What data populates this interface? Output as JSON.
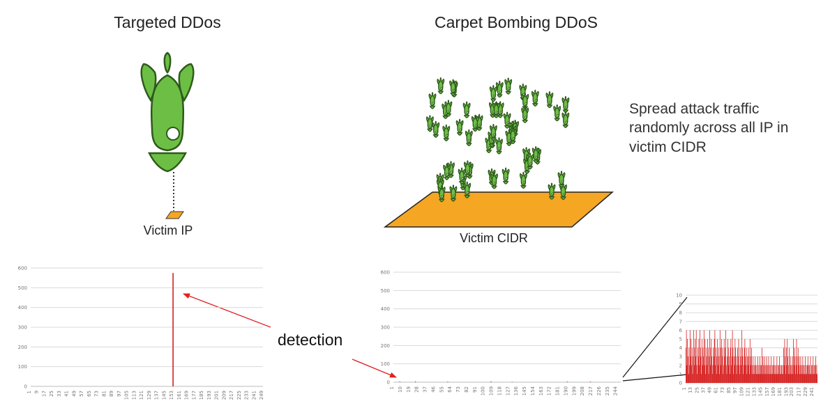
{
  "left_title": "Targeted DDos",
  "right_title": "Carpet Bombing DDoS",
  "victim_ip_label": "Victim IP",
  "victim_cidr_label": "Victim CIDR",
  "description_lines": [
    "Spread attack traffic",
    "randomly across all IP in",
    "victim CIDR"
  ],
  "detection_label": "detection",
  "colors": {
    "missile": "#6cbf44",
    "missile_stroke": "#2f5a1c",
    "platform": "#f5a623",
    "bar": "#d62020",
    "arrow": "#e02020"
  },
  "icons": [
    "missile-icon",
    "missile-swarm-icon"
  ],
  "chart_data": [
    {
      "type": "bar",
      "ylim": [
        0,
        600
      ],
      "yticks": [
        0,
        100,
        200,
        300,
        400,
        500,
        600
      ],
      "xticks": [
        1,
        9,
        17,
        25,
        33,
        41,
        49,
        57,
        65,
        73,
        81,
        89,
        97,
        105,
        113,
        121,
        129,
        137,
        145,
        153,
        161,
        169,
        177,
        185,
        193,
        201,
        209,
        217,
        225,
        233,
        241,
        249
      ],
      "bars": [
        {
          "x": 153,
          "value": 575
        }
      ]
    },
    {
      "type": "bar",
      "ylim": [
        0,
        600
      ],
      "yticks": [
        0,
        100,
        200,
        300,
        400,
        500,
        600
      ],
      "xticks": [
        1,
        10,
        19,
        28,
        37,
        46,
        55,
        64,
        73,
        82,
        91,
        100,
        109,
        118,
        127,
        136,
        145,
        154,
        163,
        172,
        181,
        190,
        199,
        208,
        217,
        226,
        235,
        244
      ],
      "bars": [
        {
          "x": 8,
          "value": 3
        },
        {
          "x": 25,
          "value": 4
        },
        {
          "x": 60,
          "value": 3
        },
        {
          "x": 107,
          "value": 4
        },
        {
          "x": 130,
          "value": 2
        },
        {
          "x": 190,
          "value": 3
        },
        {
          "x": 215,
          "value": 3
        }
      ]
    },
    {
      "type": "bar",
      "ylim": [
        0,
        10
      ],
      "yticks": [
        0,
        1,
        2,
        3,
        4,
        5,
        6,
        7,
        8,
        9,
        10
      ],
      "xticks": [
        1,
        13,
        25,
        37,
        49,
        61,
        73,
        85,
        97,
        109,
        121,
        133,
        145,
        157,
        169,
        181,
        193,
        203,
        217,
        229,
        241
      ],
      "values": [
        4,
        6,
        2,
        5,
        3,
        1,
        4,
        2,
        6,
        3,
        5,
        2,
        4,
        1,
        3,
        6,
        2,
        4,
        5,
        3,
        6,
        2,
        1,
        4,
        3,
        5,
        2,
        6,
        4,
        3,
        1,
        5,
        2,
        4,
        3,
        6,
        2,
        5,
        1,
        4,
        3,
        2,
        5,
        4,
        1,
        3,
        6,
        2,
        4,
        5,
        3,
        1,
        2,
        4,
        3,
        5,
        6,
        2,
        4,
        1,
        3,
        5,
        2,
        4,
        3,
        1,
        6,
        4,
        2,
        5,
        3,
        4,
        1,
        2,
        5,
        3,
        4,
        6,
        2,
        1,
        3,
        5,
        4,
        2,
        3,
        1,
        4,
        5,
        2,
        3,
        6,
        4,
        1,
        3,
        2,
        5,
        4,
        3,
        1,
        2,
        4,
        3,
        5,
        2,
        1,
        4,
        3,
        2,
        6,
        4,
        3,
        1,
        2,
        4,
        5,
        3,
        2,
        4,
        1,
        3,
        2,
        4,
        3,
        1,
        5,
        2,
        3,
        4,
        1,
        2,
        3,
        1,
        2,
        1,
        3,
        2,
        1,
        2,
        1,
        3,
        1,
        2,
        1,
        3,
        2,
        1,
        2,
        4,
        1,
        3,
        2,
        1,
        3,
        2,
        1,
        2,
        3,
        1,
        2,
        1,
        3,
        2,
        1,
        2,
        1,
        3,
        1,
        2,
        1,
        2,
        3,
        1,
        2,
        1,
        2,
        1,
        3,
        1,
        2,
        1,
        2,
        3,
        1,
        2,
        1,
        2,
        1,
        2,
        1,
        4,
        2,
        5,
        3,
        1,
        4,
        2,
        5,
        3,
        1,
        2,
        4,
        1,
        3,
        2,
        1,
        2,
        3,
        1,
        5,
        2,
        4,
        3,
        1,
        2,
        5,
        3,
        1,
        4,
        2,
        3,
        1,
        2,
        3,
        1,
        2,
        1,
        3,
        2,
        1,
        2,
        1,
        3,
        1,
        2,
        1,
        2,
        3,
        2,
        1,
        2,
        1,
        3,
        1,
        2,
        1,
        2,
        3,
        1,
        2,
        1,
        2,
        3,
        1,
        2,
        1
      ]
    }
  ]
}
